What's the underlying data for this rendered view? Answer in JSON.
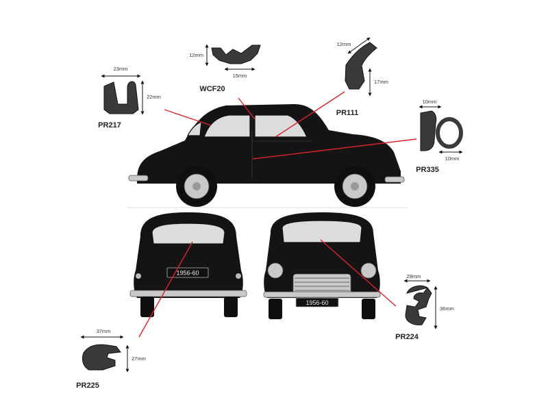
{
  "seals": [
    {
      "code": "WCF20",
      "width_label": "15mm",
      "height_label": "12mm"
    },
    {
      "code": "PR111",
      "width_label": "12mm",
      "height_label": "17mm"
    },
    {
      "code": "PR217",
      "width_label": "23mm",
      "height_label": "22mm"
    },
    {
      "code": "PR335",
      "width_label": "10mm",
      "height_label": "10mm"
    },
    {
      "code": "PR224",
      "width_label": "29mm",
      "height_label": "36mm"
    },
    {
      "code": "PR225",
      "width_label": "37mm",
      "height_label": "27mm"
    }
  ],
  "plates": {
    "rear": "1956-60",
    "front": "1956-60"
  },
  "colors": {
    "leader_line": "#d9232e",
    "car_body": "#141414",
    "seal": "#3a3a3a"
  }
}
